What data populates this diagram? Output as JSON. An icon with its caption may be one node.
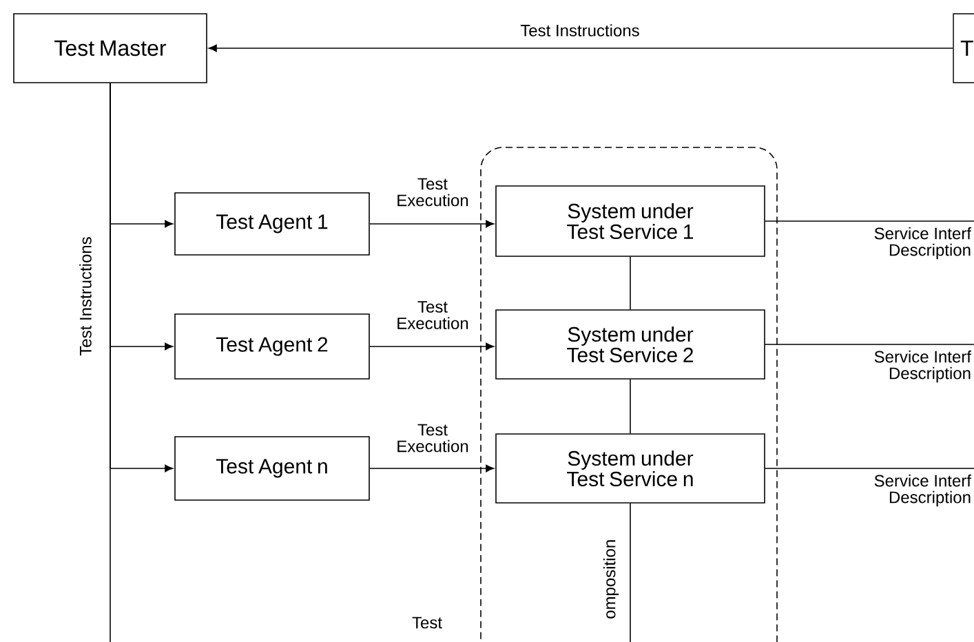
{
  "diagram": {
    "nodes": [
      {
        "text": [
          "Test Master"
        ]
      },
      {
        "text": [
          "T"
        ]
      },
      {
        "text": [
          "Test Agent 1"
        ]
      },
      {
        "text": [
          "Test Agent 2"
        ]
      },
      {
        "text": [
          "Test Agent n"
        ]
      },
      {
        "text": [],
        "shape": "box"
      },
      {
        "text": [
          "System under Test Service 1"
        ],
        "in": 5
      },
      {
        "text": [
          "System under Test Service 2"
        ],
        "in": 5
      },
      {
        "text": [
          "System under Test Service n"
        ],
        "in": 5
      }
    ],
    "edges": [
      {
        "from": 1,
        "to": 0,
        "arrow": "to",
        "label": "Test Instructions"
      },
      {
        "from": 0,
        "to": 2,
        "arrow": "to"
      },
      {
        "from": 0,
        "to": 3,
        "arrow": "to"
      },
      {
        "from": 0,
        "to": 4,
        "arrow": "to"
      },
      {
        "from": 0,
        "to": null,
        "arrow": "none"
      },
      {
        "from": 2,
        "to": 6,
        "arrow": "to",
        "label": "Test Execution"
      },
      {
        "from": 3,
        "to": 7,
        "arrow": "to",
        "label": "Test Execution"
      },
      {
        "from": 4,
        "to": 8,
        "arrow": "to",
        "label": "Test Execution"
      },
      {
        "from": 6,
        "to": 7,
        "arrow": "none"
      },
      {
        "from": 7,
        "to": 8,
        "arrow": "none"
      },
      {
        "from": 8,
        "to": null,
        "arrow": "none",
        "label": "omposition"
      },
      {
        "from": 6,
        "to": null,
        "arrow": "none",
        "label": "Service Interf Description"
      },
      {
        "from": 7,
        "to": null,
        "arrow": "none",
        "label": "Service Interf Description"
      },
      {
        "from": 8,
        "to": null,
        "arrow": "none",
        "label": "Service Interf Description"
      }
    ],
    "labels": [
      "Test Instructions",
      "Test"
    ]
  }
}
